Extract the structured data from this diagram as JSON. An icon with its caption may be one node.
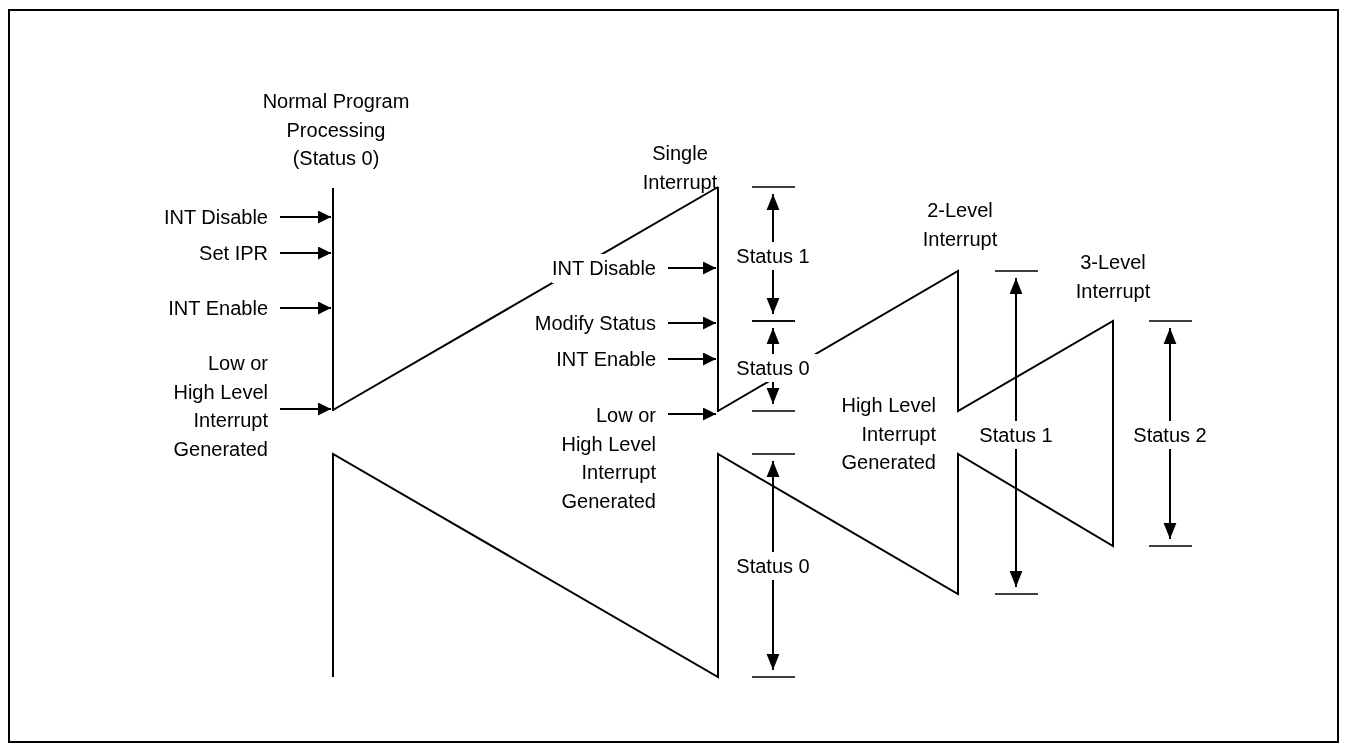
{
  "diagram": {
    "nodes": [
      {
        "text": [
          "INT Disable"
        ]
      },
      {
        "text": [
          "Set IPR"
        ]
      },
      {
        "text": [
          "INT Enable"
        ]
      },
      {
        "text": [
          "Low or High Level Interrupt Generated"
        ]
      },
      {
        "text": [
          "INT Disable"
        ]
      },
      {
        "text": [
          "Modify Status"
        ]
      },
      {
        "text": [
          "INT Enable"
        ]
      },
      {
        "text": [
          "Low or High Level Interrupt Generated"
        ]
      },
      {
        "text": [],
        "shape": "bar"
      },
      {
        "text": [],
        "shape": "bar"
      }
    ],
    "edges": [
      {
        "from": 0,
        "to": 8,
        "arrow": "to"
      },
      {
        "from": 1,
        "to": 8,
        "arrow": "to"
      },
      {
        "from": 2,
        "to": 8,
        "arrow": "to"
      },
      {
        "from": 3,
        "to": 8,
        "arrow": "to"
      },
      {
        "from": 4,
        "to": 9,
        "arrow": "to"
      },
      {
        "from": 5,
        "to": 9,
        "arrow": "to"
      },
      {
        "from": 6,
        "to": 9,
        "arrow": "to"
      },
      {
        "from": 7,
        "to": 9,
        "arrow": "to"
      }
    ],
    "labels": [
      "Normal Program Processing (Status 0)",
      "Single Interrupt",
      "Status 1",
      "2-Level Interrupt",
      "3-Level Interrupt",
      "Status 0",
      "High Level Interrupt Generated",
      "Status 1",
      "Status 2",
      "Status 0"
    ]
  }
}
